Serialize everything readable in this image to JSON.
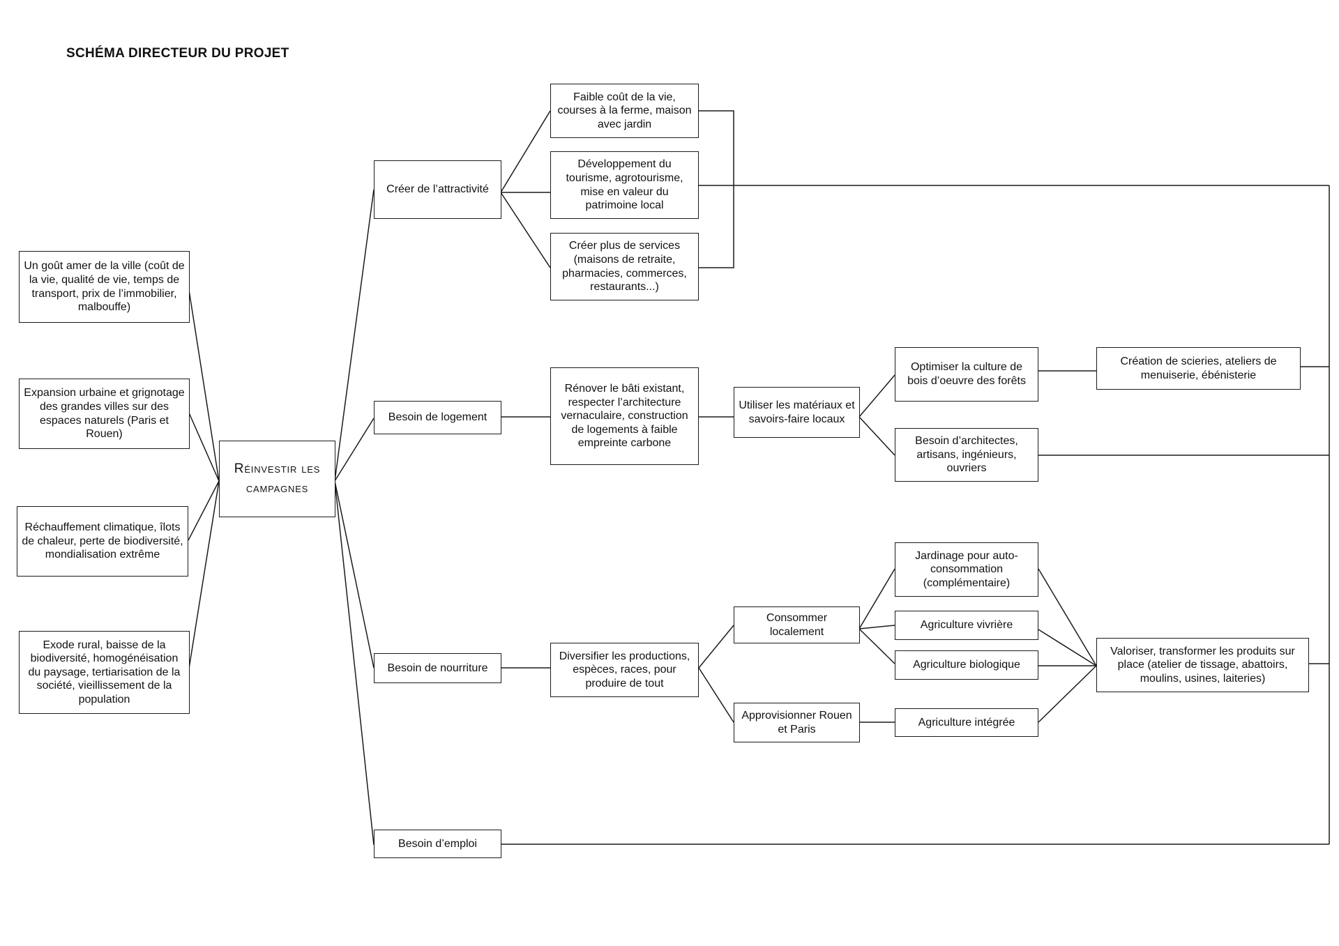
{
  "title": "SCHÉMA DIRECTEUR DU PROJET",
  "nodes": {
    "cause1": "Un goût amer de la ville (coût de la vie, qualité de vie, temps de transport, prix de l’immobilier, malbouffe)",
    "cause2": "Expansion urbaine et grignotage des grandes villes sur des espaces naturels (Paris et Rouen)",
    "cause3": "Réchauffement climatique, îlots de chaleur, perte de biodiversité, mondialisation extrême",
    "cause4": "Exode rural, baisse de la biodiversité, homogénéisation du paysage, tertiarisation de la société, vieillissement de la population",
    "central": "Réinvestir les campagnes",
    "attract": "Créer de l’attractivité",
    "logement": "Besoin de logement",
    "nourriture": "Besoin de nourriture",
    "emploi": "Besoin d’emploi",
    "cout_vie": "Faible coût de la vie, courses à la ferme, maison avec jardin",
    "tourisme": "Développement du tourisme, agrotourisme, mise en valeur du patrimoine local",
    "services": "Créer plus de services (maisons de retraite, pharmacies, commerces, restaurants...)",
    "renover": "Rénover le bâti existant, respecter l’architecture vernaculaire, construction de logements à faible empreinte carbone",
    "materiaux": "Utiliser les matériaux et savoirs-faire locaux",
    "bois": "Optimiser la culture de bois d’oeuvre des forêts",
    "scieries": "Création de scieries, ateliers de menuiserie, ébénisterie",
    "architectes": "Besoin d’architectes, artisans, ingénieurs, ouvriers",
    "diversifier": "Diversifier les productions, espèces, races, pour produire de tout",
    "consommer": "Consommer localement",
    "approvisionner": "Approvisionner Rouen et Paris",
    "jardinage": "Jardinage pour auto-consommation (complémentaire)",
    "vivriere": "Agriculture vivrière",
    "bio": "Agriculture biologique",
    "integree": "Agriculture intégrée",
    "valoriser": "Valoriser, transformer les produits sur place (atelier de tissage, abattoirs, moulins, usines, laiteries)"
  }
}
